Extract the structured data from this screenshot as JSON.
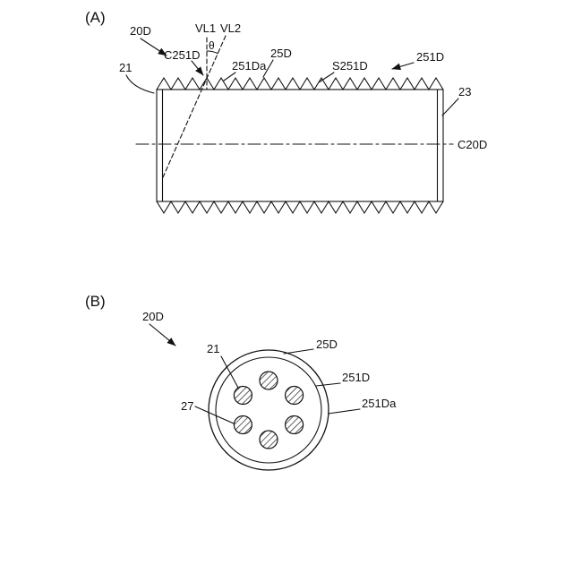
{
  "figure_a": {
    "label": "(A)",
    "refs": {
      "r20d": "20D",
      "vl1": "VL1",
      "vl2": "VL2",
      "theta": "θ",
      "c251d": "C251D",
      "r251da": "251Da",
      "r25d": "25D",
      "s251d": "S251D",
      "r251d": "251D",
      "r21": "21",
      "r23": "23",
      "c20d": "C20D"
    }
  },
  "figure_b": {
    "label": "(B)",
    "refs": {
      "r20d": "20D",
      "r21": "21",
      "r25d": "25D",
      "r251d": "251D",
      "r251da": "251Da",
      "r27": "27"
    }
  },
  "colors": {
    "line": "#111111",
    "background": "#ffffff"
  }
}
